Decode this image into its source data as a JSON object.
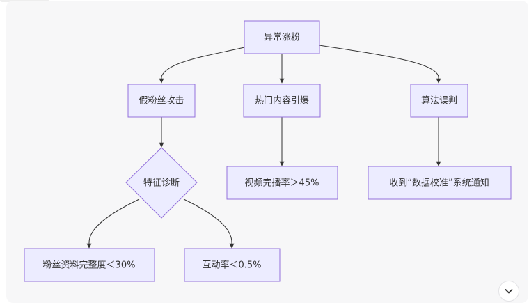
{
  "diagram": {
    "nodes": {
      "root": "异常涨粉",
      "fake_attack": "假粉丝攻击",
      "hot_content": "热门内容引爆",
      "algo_error": "算法误判",
      "diagnosis": "特征诊断",
      "completion_rate": "视频完播率＞45%",
      "calibration_notice": "收到“数据校准”系统通知",
      "profile_completeness": "粉丝资料完整度＜30%",
      "interaction_rate": "互动率＜0.5%"
    }
  },
  "icons": {
    "collapse": "chevron-down-icon"
  }
}
